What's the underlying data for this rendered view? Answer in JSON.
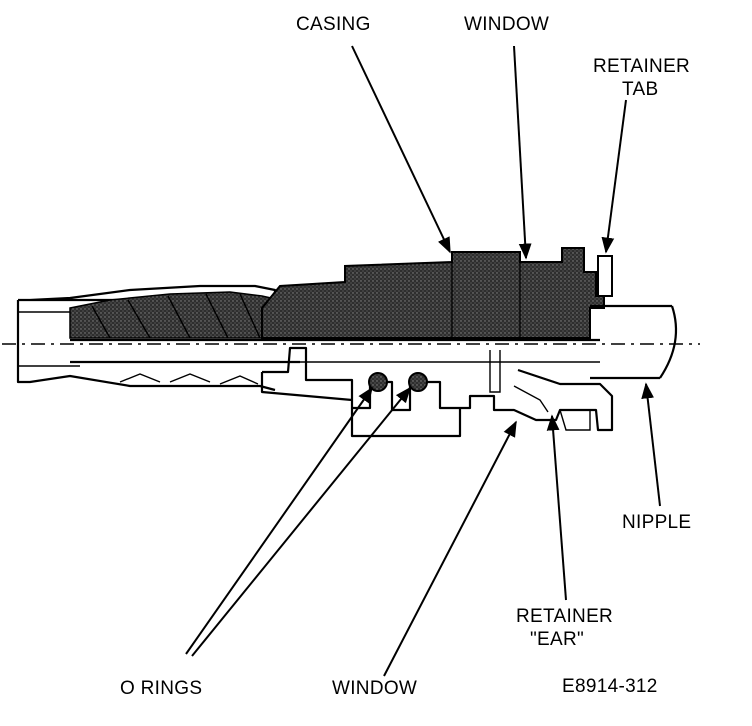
{
  "figure_id": "E8914-312",
  "labels": {
    "casing": "CASING",
    "window_top": "WINDOW",
    "retainer_tab_line1": "RETAINER",
    "retainer_tab_line2": "TAB",
    "nipple": "NIPPLE",
    "retainer_ear_line1": "RETAINER",
    "retainer_ear_line2": "\"EAR\"",
    "o_rings": "O RINGS",
    "window_bottom": "WINDOW"
  },
  "colors": {
    "ink": "#000000",
    "shade": "#4a4a4a",
    "paper": "#ffffff"
  }
}
